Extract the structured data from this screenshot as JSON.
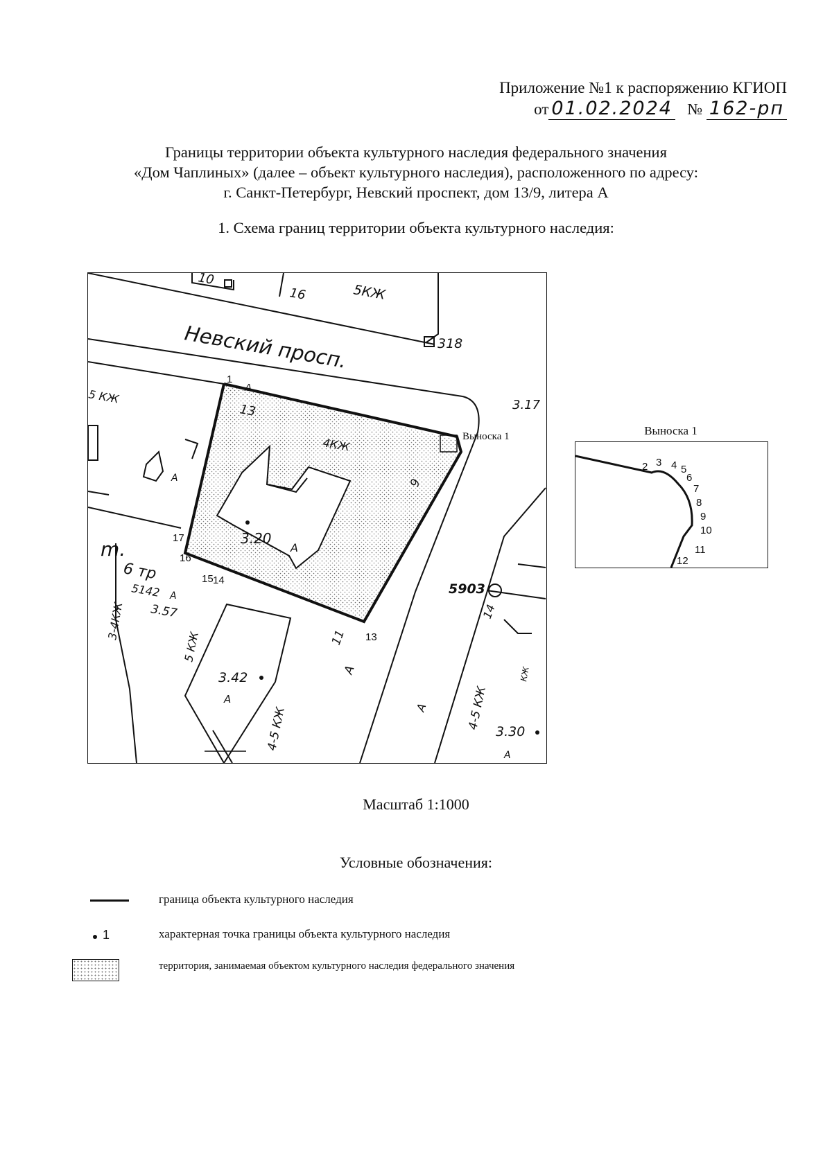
{
  "header": {
    "appendix_line": "Приложение №1 к распоряжению КГИОП",
    "from_prefix": "от",
    "date_handwritten": "01.02.2024",
    "number_prefix": "№",
    "number_handwritten": "162-рп"
  },
  "title": {
    "line1": "Границы территории объекта культурного наследия федерального значения",
    "line2": "«Дом Чаплиных» (далее – объект культурного наследия), расположенного по адресу:",
    "line3": "г. Санкт-Петербург,  Невский проспект, дом 13/9, литера А"
  },
  "section": {
    "heading": "1.   Схема границ территории объекта культурного наследия:"
  },
  "map": {
    "street_name": "Невский просп.",
    "callout_tag": "Выноска 1",
    "labels": {
      "top_10": "10",
      "top_16": "16",
      "top_5kzh": "5КЖ",
      "n318": "318",
      "n317": "3.17",
      "left_5kzh": "5 КЖ",
      "n13": "13",
      "n4kzh": "4КЖ",
      "n9": "9",
      "n320": "3.20",
      "letter_a_main": "А",
      "m_letter": "m.",
      "six_tp": "6 тр",
      "n5142": "5142",
      "letter_a_small": "А",
      "n357": "3.57",
      "left_34kzh": "3-4КЖ",
      "n5kzh_lower": "5 КЖ",
      "n342": "3.42",
      "letter_a_342": "А",
      "n45kzh_lower": "4-5 КЖ",
      "n11": "11",
      "letter_a_street": "А",
      "n5903": "5903",
      "n14": "14",
      "n45kzh_right": "4-5 КЖ",
      "n330": "3.30",
      "letter_a_right": "А",
      "letter_a_road": "А",
      "letter_a_left_bldg": "А",
      "kzh_small": "КЖ"
    },
    "boundary_points": {
      "p1": "1",
      "p13": "13",
      "p14": "14",
      "p15": "15",
      "p16": "16",
      "p17": "17",
      "pA": "А"
    }
  },
  "callout": {
    "title": "Выноска 1",
    "points": [
      "2",
      "3",
      "4",
      "5",
      "6",
      "7",
      "8",
      "9",
      "10",
      "11",
      "12"
    ]
  },
  "scale": {
    "text": "Масштаб 1:1000"
  },
  "legend": {
    "title": "Условные обозначения:",
    "items": [
      {
        "text": "граница объекта культурного наследия"
      },
      {
        "text": "характерная точка границы объекта культурного наследия",
        "sample": "1"
      },
      {
        "text": "территория, занимаемая объектом культурного наследия федерального значения"
      }
    ]
  }
}
